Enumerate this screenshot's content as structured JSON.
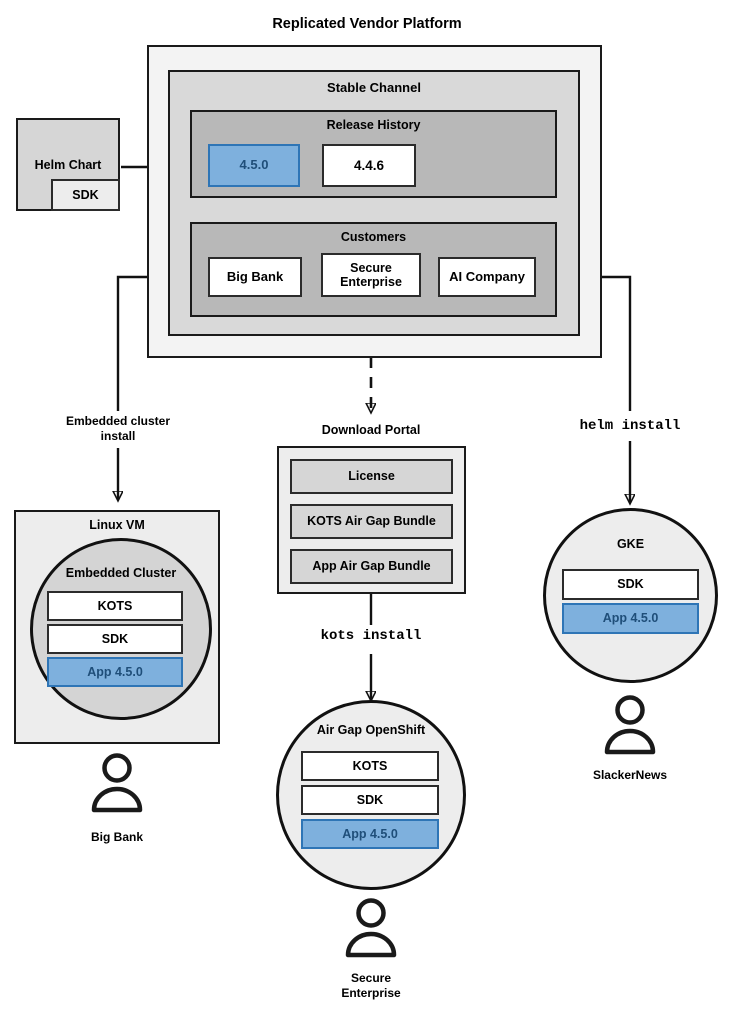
{
  "diagram": {
    "title": "Replicated Vendor Platform",
    "accent_blue_fill": "#7eb0dd",
    "accent_blue_border": "#2e75b6",
    "accent_blue_text": "#1f4e79"
  },
  "platform": {
    "title": "Replicated Vendor Platform",
    "channel": {
      "title": "Stable Channel",
      "release_history": {
        "title": "Release History",
        "releases": [
          {
            "version": "4.5.0",
            "highlighted": true
          },
          {
            "version": "4.4.6",
            "highlighted": false
          }
        ]
      },
      "customers": {
        "title": "Customers",
        "items": [
          {
            "name": "Big Bank"
          },
          {
            "name": "Secure\nEnterprise"
          },
          {
            "name": "AI Company"
          }
        ]
      }
    }
  },
  "helm_chart": {
    "title": "Helm Chart",
    "component": "SDK"
  },
  "flows": [
    {
      "id": "embedded",
      "label": "Embedded cluster\ninstall",
      "style": "sans"
    },
    {
      "id": "kots",
      "label": "kots install",
      "style": "mono"
    },
    {
      "id": "helm",
      "label": "helm install",
      "style": "mono"
    }
  ],
  "linux_vm": {
    "title": "Linux VM",
    "cluster_title": "Embedded Cluster",
    "components": [
      {
        "label": "KOTS",
        "highlighted": false
      },
      {
        "label": "SDK",
        "highlighted": false
      },
      {
        "label": "App 4.5.0",
        "highlighted": true
      }
    ],
    "actor": "Big Bank"
  },
  "download_portal": {
    "title": "Download Portal",
    "items": [
      {
        "label": "License"
      },
      {
        "label": "KOTS Air Gap Bundle"
      },
      {
        "label": "App Air Gap Bundle"
      }
    ]
  },
  "airgap_openshift": {
    "title": "Air Gap OpenShift",
    "components": [
      {
        "label": "KOTS",
        "highlighted": false
      },
      {
        "label": "SDK",
        "highlighted": false
      },
      {
        "label": "App 4.5.0",
        "highlighted": true
      }
    ],
    "actor": "Secure\nEnterprise"
  },
  "gke": {
    "title": "GKE",
    "components": [
      {
        "label": "SDK",
        "highlighted": false
      },
      {
        "label": "App 4.5.0",
        "highlighted": true
      }
    ],
    "actor": "SlackerNews"
  }
}
